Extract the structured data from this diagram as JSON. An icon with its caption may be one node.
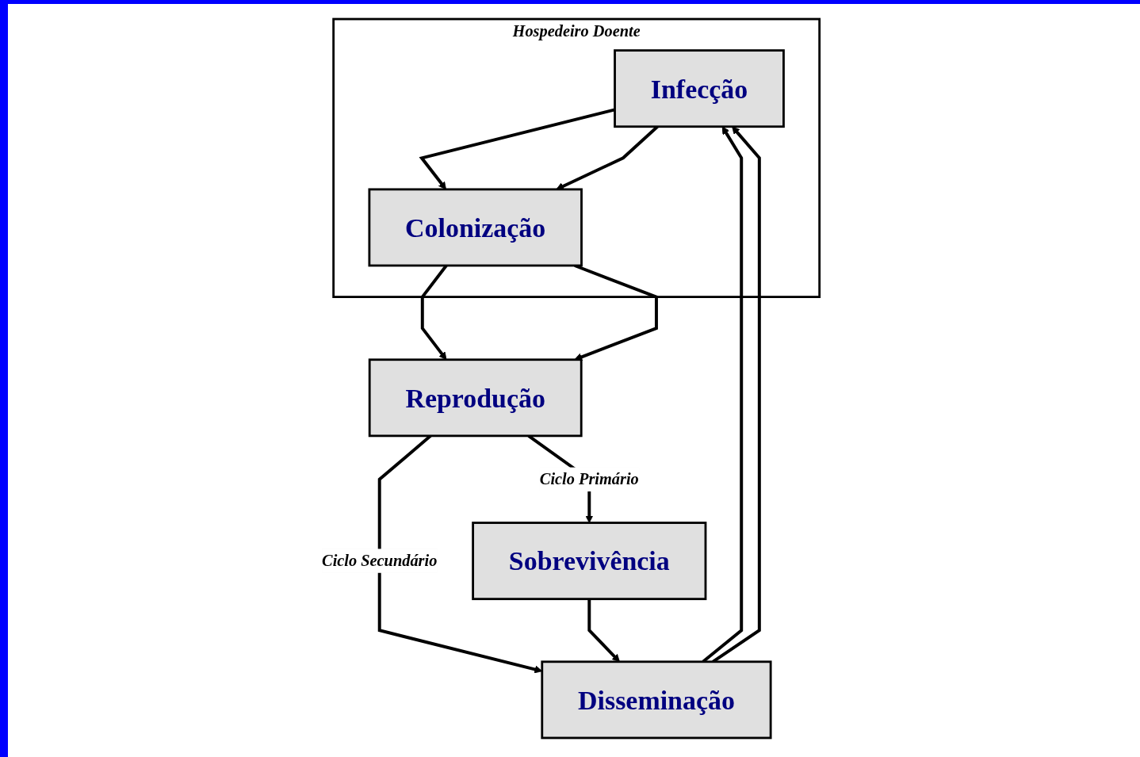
{
  "diagram": {
    "nodes": [
      {
        "text": [
          "Hospedeiro Doente"
        ]
      },
      {
        "text": [
          "Infecção"
        ],
        "in": 0
      },
      {
        "text": [
          "Colonização"
        ],
        "in": 0
      },
      {
        "text": [
          "Reprodução"
        ]
      },
      {
        "text": [
          "Disseminação"
        ]
      },
      {
        "text": [
          "Sobrevivência"
        ]
      }
    ],
    "edges": [
      {
        "from": 4,
        "to": 1,
        "arrow": "to"
      },
      {
        "from": 4,
        "to": 1,
        "arrow": "to"
      },
      {
        "from": 1,
        "to": 2,
        "arrow": "to"
      },
      {
        "from": 1,
        "to": 2,
        "arrow": "to"
      },
      {
        "from": 2,
        "to": 3,
        "arrow": "to"
      },
      {
        "from": 2,
        "to": 3,
        "arrow": "to"
      },
      {
        "from": 3,
        "to": 4,
        "label": "Ciclo Secundário",
        "arrow": "to"
      },
      {
        "from": 3,
        "to": 5,
        "label": "Ciclo Primário",
        "arrow": "to"
      },
      {
        "from": 5,
        "to": 4,
        "arrow": "to"
      }
    ]
  }
}
